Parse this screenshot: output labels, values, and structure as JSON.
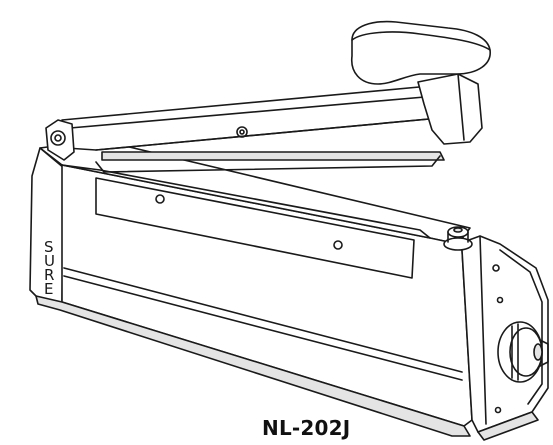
{
  "product": {
    "model": "NL-202J",
    "brand_letters": [
      "S",
      "U",
      "R",
      "E"
    ]
  },
  "colors": {
    "line": "#1a1a1a",
    "fill": "#ffffff",
    "shade": "#e4e4e4",
    "background": "#ffffff"
  }
}
